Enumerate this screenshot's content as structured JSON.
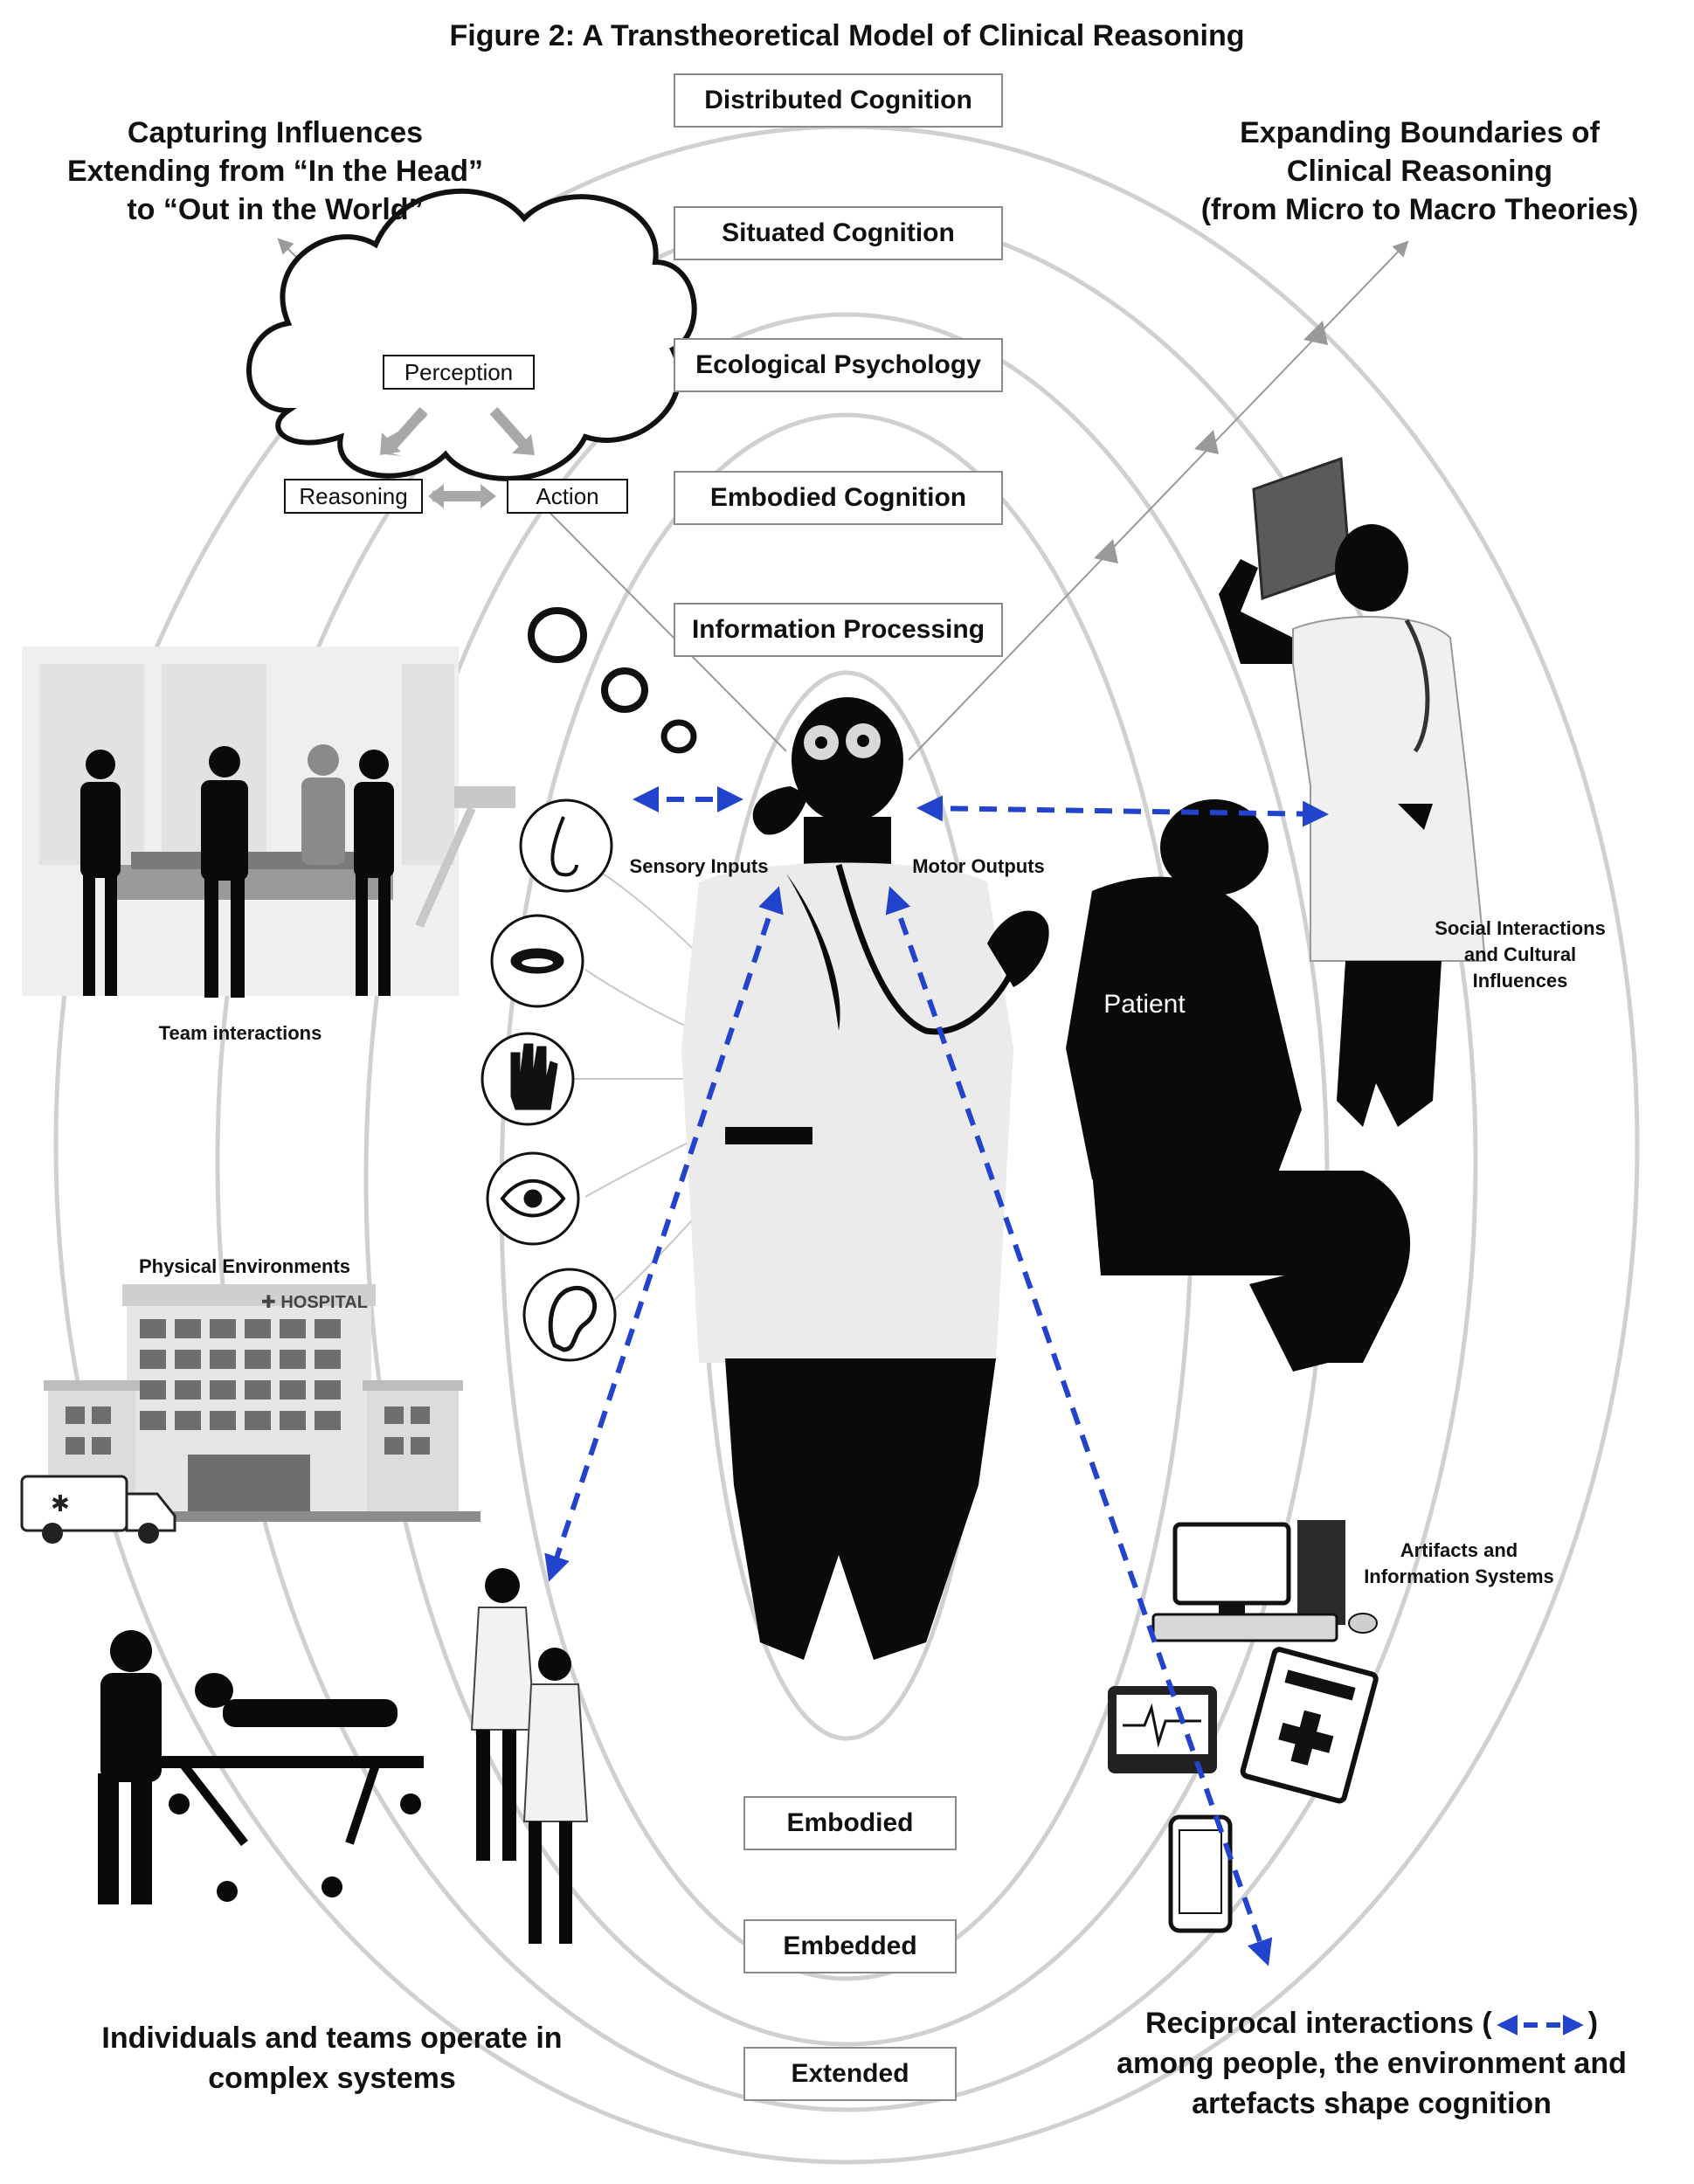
{
  "figure": {
    "title": "Figure 2: A Transtheoretical Model of Clinical Reasoning"
  },
  "theory_layers": [
    "Distributed Cognition",
    "Situated Cognition",
    "Ecological Psychology",
    "Embodied Cognition",
    "Information Processing"
  ],
  "corners": {
    "top_left": [
      "Capturing Influences",
      "Extending from “In the Head”",
      "to “Out in the World”"
    ],
    "top_right": [
      "Expanding Boundaries of",
      "Clinical Reasoning",
      "(from Micro to Macro Theories)"
    ],
    "bottom_left": [
      "Individuals and teams operate in",
      "complex systems"
    ],
    "bottom_right": {
      "line1_prefix": "Reciprocal interactions (",
      "line1_suffix": ")",
      "line2": "among people, the environment and",
      "line3": "artefacts shape cognition"
    }
  },
  "thought_cloud": {
    "perception": "Perception",
    "reasoning": "Reasoning",
    "action": "Action"
  },
  "labels": {
    "sensory_inputs": "Sensory Inputs",
    "motor_outputs": "Motor Outputs",
    "patient": "Patient",
    "team_interactions": "Team interactions",
    "physical_environments": "Physical Environments",
    "hospital_sign": "HOSPITAL",
    "social": [
      "Social Interactions",
      "and Cultural",
      "Influences"
    ],
    "artifacts": [
      "Artifacts and",
      "Information Systems"
    ]
  },
  "e_labels": [
    "Embodied",
    "Embedded",
    "Extended"
  ],
  "senses": [
    "nose-icon",
    "mouth-icon",
    "hand-icon",
    "eye-icon",
    "ear-icon"
  ],
  "colors": {
    "ring": "#d0d0d0",
    "arrow_blue": "#2244cc",
    "silhouette": "#0a0a0a",
    "gray_silhouette": "#4a4a4a",
    "light_gray": "#cfcfcf"
  }
}
